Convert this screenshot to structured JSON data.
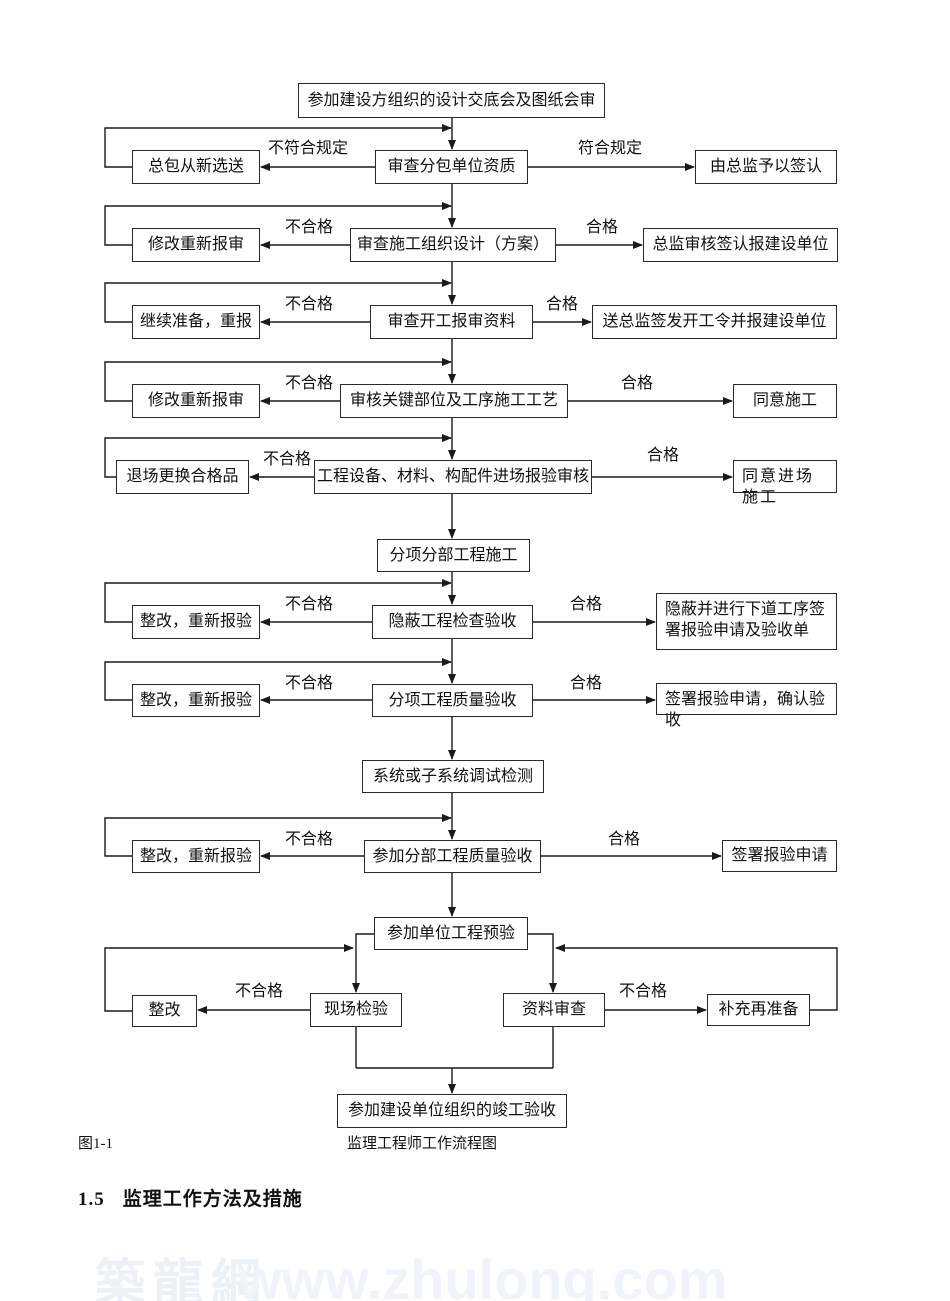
{
  "figure": {
    "fig_number": "图1-1",
    "caption": "监理工程师工作流程图"
  },
  "section_heading": {
    "number": "1.5",
    "title": "监理工作方法及措施"
  },
  "watermark": {
    "cn": "築龍網",
    "en": "www.zhulong.com"
  },
  "colors": {
    "line": "#1a1a1a",
    "text": "#111111",
    "watermark": "#ecf1f8",
    "background": "#ffffff"
  },
  "flowchart": {
    "start": "参加建设方组织的设计交底会及图纸会审",
    "rows": [
      {
        "fail": "总包从新选送",
        "center": "审查分包单位资质",
        "pass": "由总监予以签认",
        "fail_label": "不符合规定",
        "pass_label": "符合规定"
      },
      {
        "fail": "修改重新报审",
        "center": "审查施工组织设计（方案）",
        "pass": "总监审核签认报建设单位",
        "fail_label": "不合格",
        "pass_label": "合格"
      },
      {
        "fail": "继续准备，重报",
        "center": "审查开工报审资料",
        "pass": "送总监签发开工令并报建设单位",
        "fail_label": "不合格",
        "pass_label": "合格"
      },
      {
        "fail": "修改重新报审",
        "center": "审核关键部位及工序施工工艺",
        "pass": "同意施工",
        "fail_label": "不合格",
        "pass_label": "合格"
      },
      {
        "fail": "退场更换合格品",
        "center": "工程设备、材料、构配件进场报验审核",
        "pass": "同意进场施工",
        "fail_label": "不合格",
        "pass_label": "合格"
      },
      {
        "center": "分项分部工程施工"
      },
      {
        "fail": "整改，重新报验",
        "center": "隐蔽工程检查验收",
        "pass": "隐蔽并进行下道工序签署报验申请及验收单",
        "fail_label": "不合格",
        "pass_label": "合格"
      },
      {
        "fail": "整改，重新报验",
        "center": "分项工程质量验收",
        "pass": "签署报验申请，确认验收",
        "fail_label": "不合格",
        "pass_label": "合格"
      },
      {
        "center": "系统或子系统调试检测"
      },
      {
        "fail": "整改，重新报验",
        "center": "参加分部工程质量验收",
        "pass": "签署报验申请",
        "fail_label": "不合格",
        "pass_label": "合格"
      },
      {
        "center": "参加单位工程预验"
      }
    ],
    "pre_acceptance": {
      "rework": "整改",
      "rework_label": "不合格",
      "site_check": "现场检验",
      "doc_review": "资料审查",
      "supplement_label": "不合格",
      "supplement": "补充再准备"
    },
    "end": "参加建设单位组织的竣工验收"
  }
}
